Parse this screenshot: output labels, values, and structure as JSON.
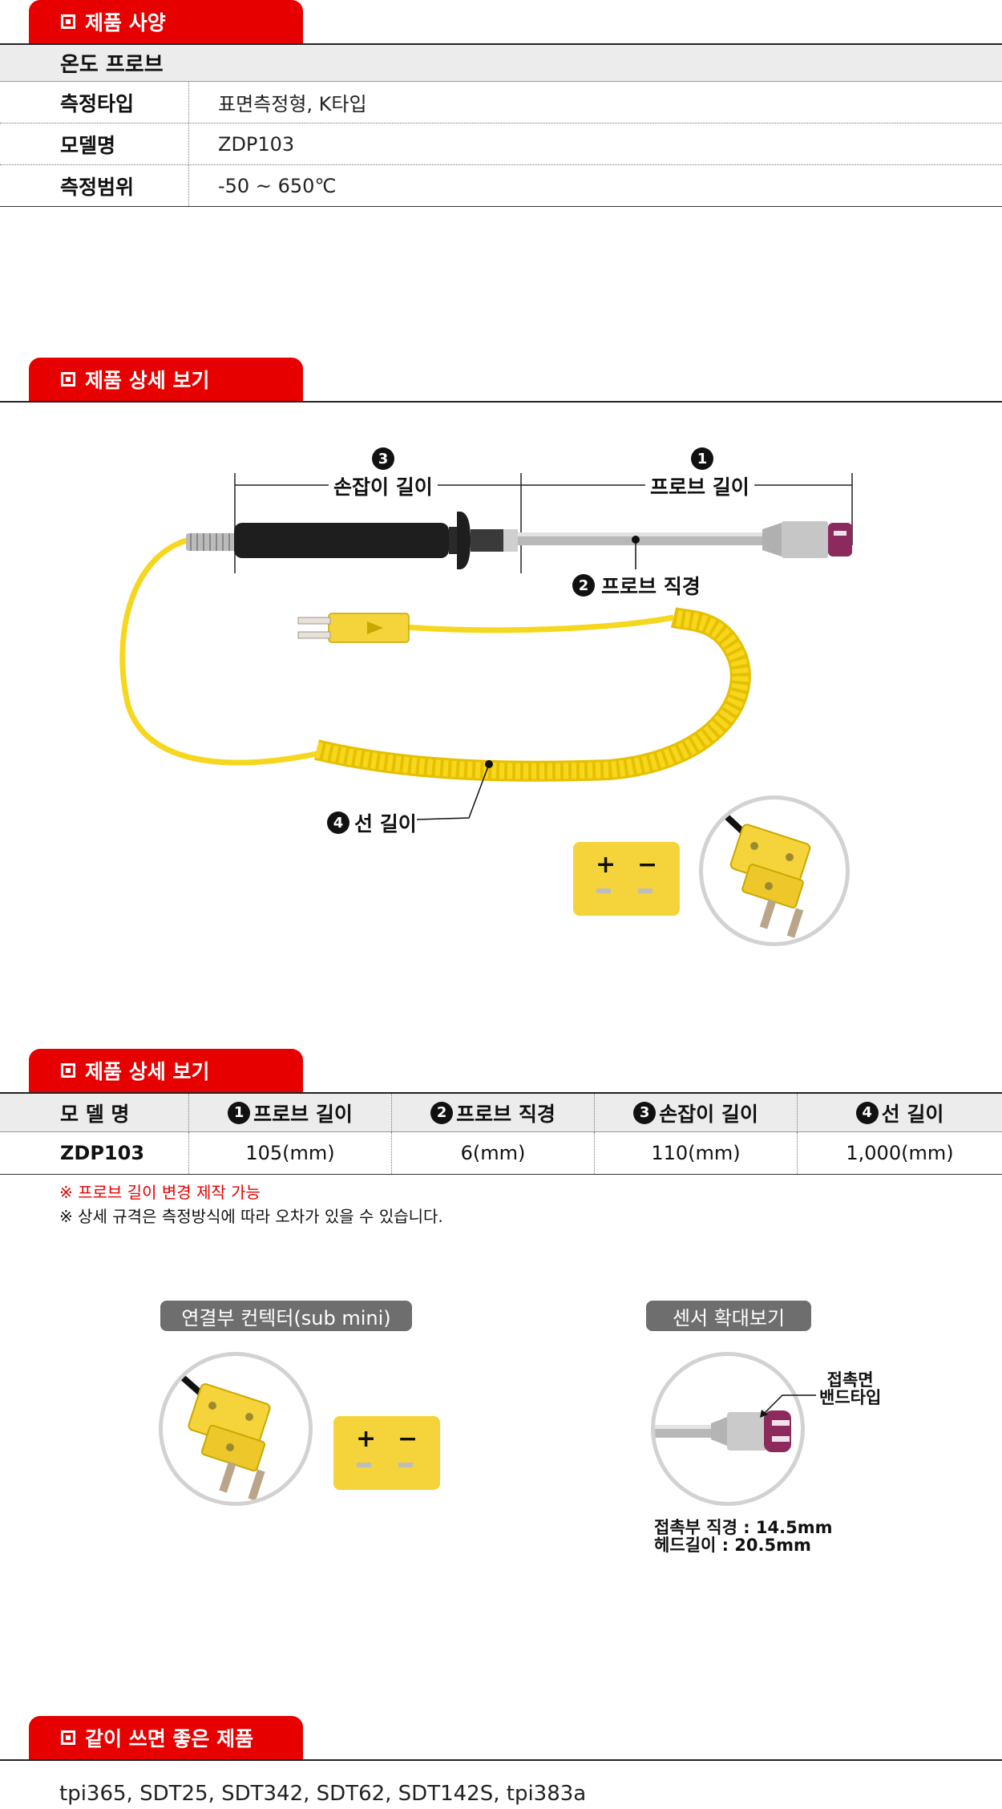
{
  "sections": {
    "spec_title": "제품 사양",
    "detail_title": "제품 상세 보기",
    "detail_table_title": "제품 상세 보기",
    "related_title": "같이 쓰면 좋은 제품"
  },
  "spec_table": {
    "header": "온도 프로브",
    "rows": [
      {
        "label": "측정타입",
        "value": "표면측정형, K타입"
      },
      {
        "label": "모델명",
        "value": "ZDP103"
      },
      {
        "label": "측정범위",
        "value": "-50 ~ 650℃"
      }
    ]
  },
  "diagram": {
    "markers": [
      "1",
      "2",
      "3",
      "4"
    ],
    "probe_length_label": "프로브 길이",
    "probe_diameter_label": "프로브 직경",
    "handle_length_label": "손잡이 길이",
    "cable_length_label": "선 길이",
    "plus": "+",
    "minus": "−"
  },
  "detail_table": {
    "headers": [
      "모 델 명",
      "프로브 길이",
      "프로브 직경",
      "손잡이 길이",
      "선 길이"
    ],
    "row": [
      "ZDP103",
      "105(mm)",
      "6(mm)",
      "110(mm)",
      "1,000(mm)"
    ]
  },
  "notes": {
    "note_red": "※ 프로브 길이 변경 제작 가능",
    "note_black": "※ 상세 규격은 측정방식에 따라 오차가 있을 수 있습니다."
  },
  "connector": {
    "title": "연결부 컨텍터(sub mini)"
  },
  "sensor": {
    "title": "센서 확대보기",
    "contact_label_1": "접촉면",
    "contact_label_2": "밴드타입",
    "spec_1": "접촉부 직경 : 14.5mm",
    "spec_2": "헤드길이 : 20.5mm"
  },
  "related_products": "tpi365, SDT25, SDT342, SDT62, SDT142S, tpi383a",
  "colors": {
    "accent_red": "#e60000",
    "cable_yellow": "#f6d71e",
    "connector_yellow": "#f5d33a",
    "handle_black": "#1e1e1e",
    "head_purple": "#8c2a5e",
    "pill_gray": "#6e6e6e"
  }
}
